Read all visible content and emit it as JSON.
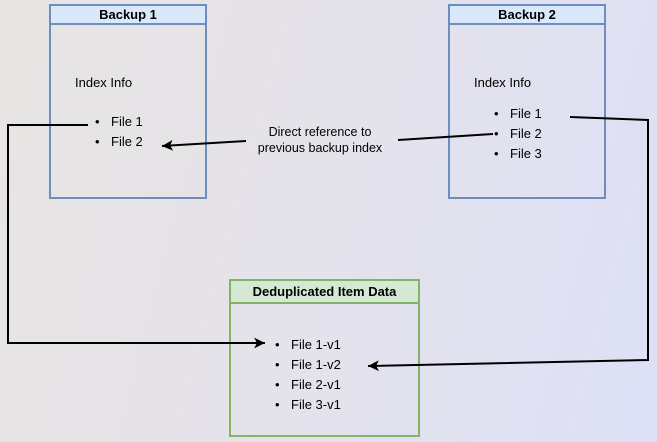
{
  "colors": {
    "blue_fill": "#dae8fc",
    "blue_border": "#6c8ebf",
    "green_fill": "#d5e8d4",
    "green_border": "#82b366",
    "line_color": "#000000",
    "text_color": "#000000",
    "bg_from": "#e7e4e2",
    "bg_mid": "#e5e3ea",
    "bg_to": "#dde0f6"
  },
  "backup1": {
    "title": "Backup 1",
    "subtitle": "Index Info",
    "files": [
      "File 1",
      "File 2"
    ]
  },
  "backup2": {
    "title": "Backup 2",
    "subtitle": "Index Info",
    "files": [
      "File 1",
      "File 2",
      "File 3"
    ]
  },
  "dedup": {
    "title": "Deduplicated Item Data",
    "files": [
      "File 1-v1",
      "File 1-v2",
      "File 2-v1",
      "File 3-v1"
    ]
  },
  "annotation": {
    "line1": "Direct reference to",
    "line2": "previous backup index"
  }
}
